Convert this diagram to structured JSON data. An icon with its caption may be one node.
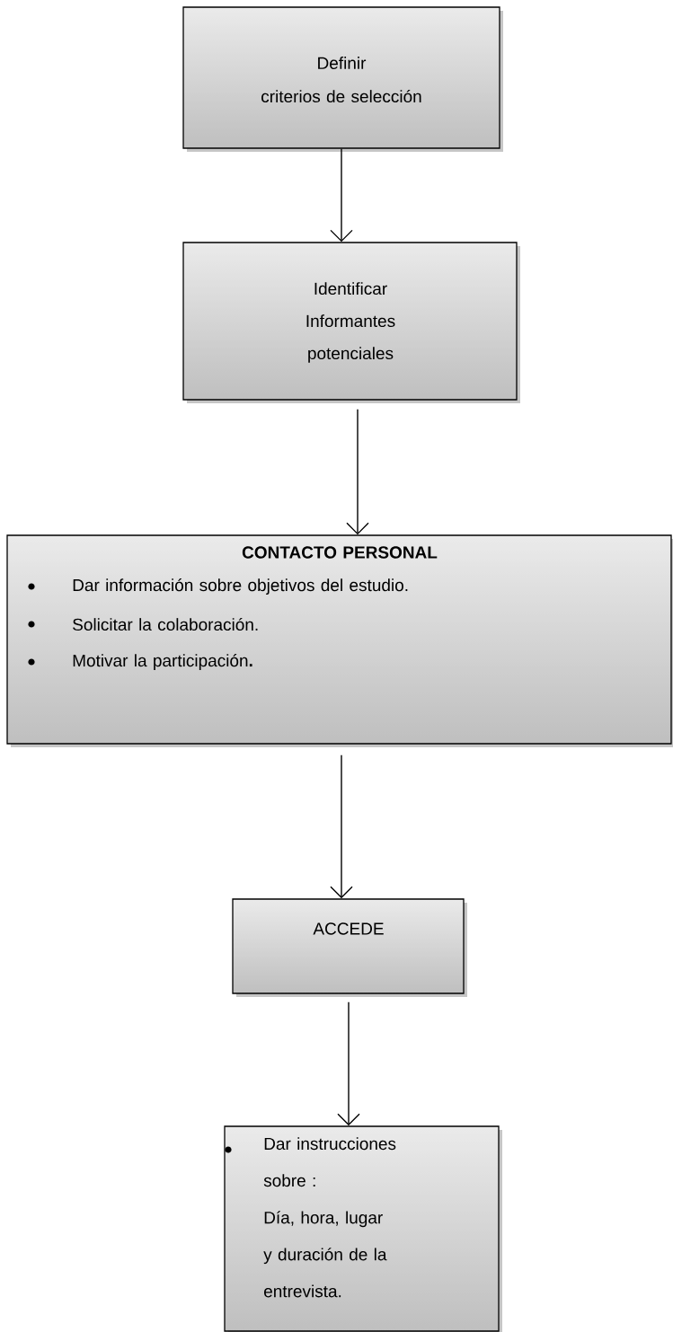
{
  "diagram": {
    "nodes": [
      {
        "text": [
          "Definir",
          "criterios de selección"
        ]
      },
      {
        "text": [
          "Identificar Informantes potenciales"
        ]
      },
      {
        "text": [
          "CONTACTO PERSONAL",
          "Dar información sobre objetivos del estudio.",
          "Solicitar la colaboración.",
          "Motivar la participación**.**"
        ]
      },
      {
        "text": [
          "ACCEDE"
        ]
      },
      {
        "text": [
          "Dar instrucciones sobre :",
          "Día, hora, lugar y duración de la entrevista."
        ]
      }
    ],
    "edges": [
      {
        "from": 0,
        "to": 1,
        "arrow": "to"
      },
      {
        "from": 1,
        "to": 2,
        "arrow": "to"
      },
      {
        "from": 2,
        "to": 3,
        "arrow": "to"
      },
      {
        "from": 3,
        "to": 4,
        "arrow": "to"
      }
    ]
  }
}
